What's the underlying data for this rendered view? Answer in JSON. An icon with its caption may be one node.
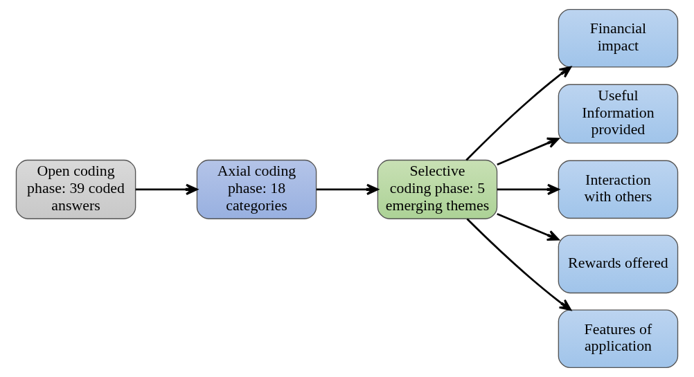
{
  "diagram": {
    "nodes": [
      {
        "text": [
          "Open coding phase: 39 coded answers"
        ]
      },
      {
        "text": [
          "Axial coding phase: 18 categories"
        ]
      },
      {
        "text": [
          "Selective coding phase: 5 emerging themes"
        ]
      },
      {
        "text": [
          "Financial impact"
        ]
      },
      {
        "text": [
          "Useful Information provided"
        ]
      },
      {
        "text": [
          "Interaction with others"
        ]
      },
      {
        "text": [
          "Rewards offered"
        ]
      },
      {
        "text": [
          "Features of application"
        ]
      }
    ],
    "edges": [
      {
        "from": 0,
        "to": 1,
        "arrow": "to"
      },
      {
        "from": 1,
        "to": 2,
        "arrow": "to"
      },
      {
        "from": 2,
        "to": 3,
        "arrow": "to"
      },
      {
        "from": 2,
        "to": 4,
        "arrow": "to"
      },
      {
        "from": 2,
        "to": 5,
        "arrow": "to"
      },
      {
        "from": 2,
        "to": 6,
        "arrow": "to"
      },
      {
        "from": 2,
        "to": 7,
        "arrow": "to"
      }
    ]
  }
}
